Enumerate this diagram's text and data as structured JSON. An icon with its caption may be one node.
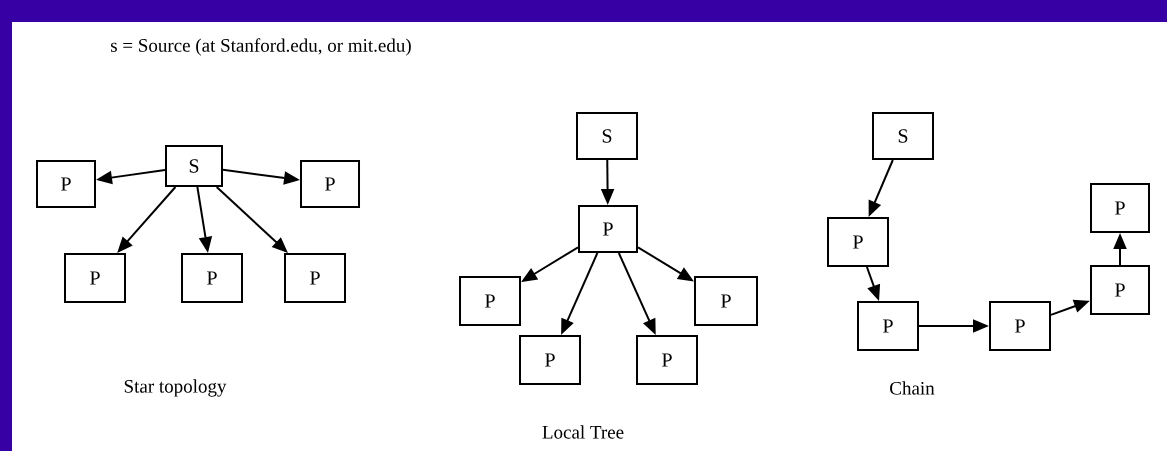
{
  "diagram": {
    "nodes": [
      {
        "text": [
          "S"
        ]
      },
      {
        "text": [
          "P"
        ]
      },
      {
        "text": [
          "P"
        ]
      },
      {
        "text": [
          "P"
        ]
      },
      {
        "text": [
          "P"
        ]
      },
      {
        "text": [
          "P"
        ]
      },
      {
        "text": [
          "S"
        ]
      },
      {
        "text": [
          "P"
        ]
      },
      {
        "text": [
          "P"
        ]
      },
      {
        "text": [
          "P"
        ]
      },
      {
        "text": [
          "P"
        ]
      },
      {
        "text": [
          "P"
        ]
      },
      {
        "text": [
          "S"
        ]
      },
      {
        "text": [
          "P"
        ]
      },
      {
        "text": [
          "P"
        ]
      },
      {
        "text": [
          "P"
        ]
      },
      {
        "text": [
          "P"
        ]
      },
      {
        "text": [
          "P"
        ]
      }
    ],
    "edges": [
      {
        "from": 0,
        "to": 1,
        "arrow": "to"
      },
      {
        "from": 0,
        "to": 3,
        "arrow": "to"
      },
      {
        "from": 0,
        "to": 4,
        "arrow": "to"
      },
      {
        "from": 0,
        "to": 5,
        "arrow": "to"
      },
      {
        "from": 0,
        "to": 2,
        "arrow": "to"
      },
      {
        "from": 6,
        "to": 7,
        "arrow": "to"
      },
      {
        "from": 7,
        "to": 8,
        "arrow": "to"
      },
      {
        "from": 7,
        "to": 9,
        "arrow": "to"
      },
      {
        "from": 7,
        "to": 10,
        "arrow": "to"
      },
      {
        "from": 7,
        "to": 11,
        "arrow": "to"
      },
      {
        "from": 12,
        "to": 13,
        "arrow": "to"
      },
      {
        "from": 13,
        "to": 14,
        "arrow": "to"
      },
      {
        "from": 14,
        "to": 15,
        "arrow": "to"
      },
      {
        "from": 15,
        "to": 16,
        "arrow": "to"
      },
      {
        "from": 16,
        "to": 17,
        "arrow": "to"
      }
    ],
    "labels": [
      "s = Source (at Stanford.edu, or mit.edu)",
      "Star topology",
      "Chain",
      "Local Tree"
    ]
  }
}
